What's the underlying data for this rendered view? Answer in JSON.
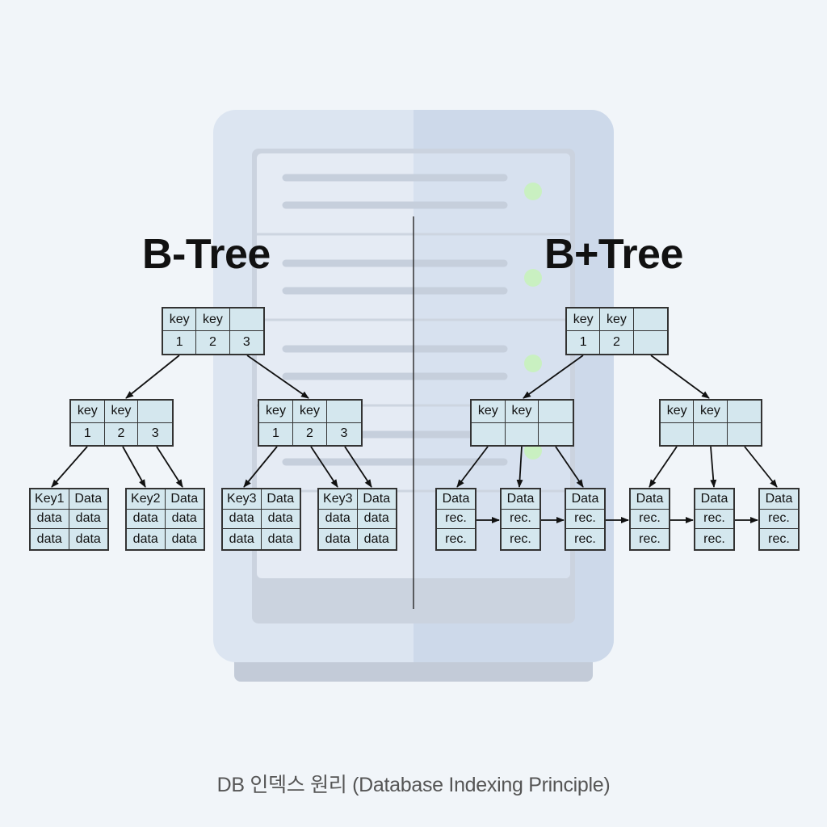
{
  "titles": {
    "btree": "B-Tree",
    "bplus": "B+Tree"
  },
  "caption": "DB 인덱스 원리 (Database Indexing Principle)",
  "btree": {
    "root": [
      [
        "key",
        "key",
        ""
      ],
      [
        "1",
        "2",
        "3"
      ]
    ],
    "internal_left": [
      [
        "key",
        "key",
        ""
      ],
      [
        "1",
        "2",
        "3"
      ]
    ],
    "internal_right": [
      [
        "key",
        "key",
        ""
      ],
      [
        "1",
        "2",
        "3"
      ]
    ],
    "leaves": [
      [
        [
          "Key1",
          "Data"
        ],
        [
          "data",
          "data"
        ],
        [
          "data",
          "data"
        ]
      ],
      [
        [
          "Key2",
          "Data"
        ],
        [
          "data",
          "data"
        ],
        [
          "data",
          "data"
        ]
      ],
      [
        [
          "Key3",
          "Data"
        ],
        [
          "data",
          "data"
        ],
        [
          "data",
          "data"
        ]
      ],
      [
        [
          "Key3",
          "Data"
        ],
        [
          "data",
          "data"
        ],
        [
          "data",
          "data"
        ]
      ]
    ]
  },
  "bplus": {
    "root": [
      [
        "key",
        "key",
        ""
      ],
      [
        "1",
        "2",
        ""
      ]
    ],
    "internal_left": [
      [
        "key",
        "key",
        ""
      ],
      [
        "",
        "",
        ""
      ]
    ],
    "internal_right": [
      [
        "key",
        "key",
        ""
      ],
      [
        "",
        "",
        ""
      ]
    ],
    "leaves": [
      [
        "Data",
        "rec.",
        "rec."
      ],
      [
        "Data",
        "rec.",
        "rec."
      ],
      [
        "Data",
        "rec.",
        "rec."
      ],
      [
        "Data",
        "rec.",
        "rec."
      ],
      [
        "Data",
        "rec.",
        "rec."
      ],
      [
        "Data",
        "rec.",
        "rec."
      ]
    ]
  },
  "colors": {
    "node_fill": "#d4e7ee",
    "node_border": "#333333",
    "server_left": "#dde6f2",
    "server_right": "#cfdaea",
    "led": "#c9f0c1"
  },
  "icons": {
    "background": "server-rack-icon"
  }
}
